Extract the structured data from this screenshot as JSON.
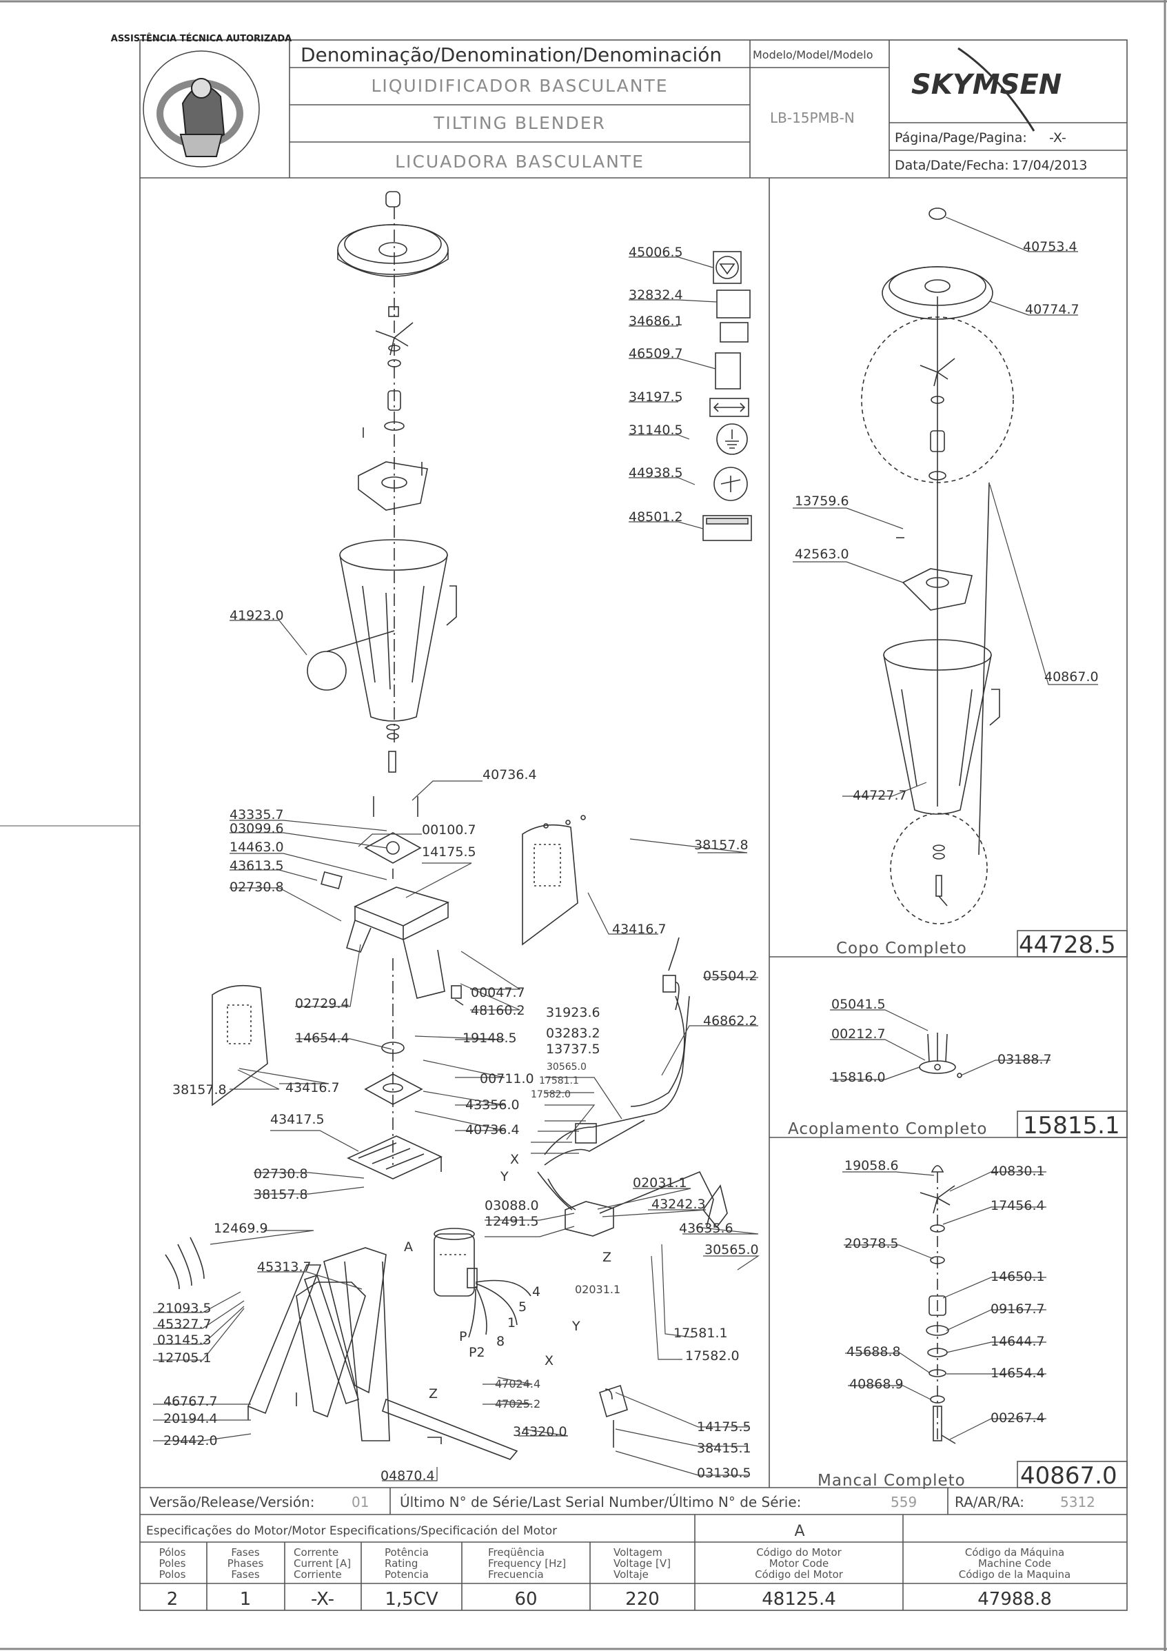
{
  "header": {
    "denomination_label": "Denominação/Denomination/Denominación",
    "model_label": "Modelo/Model/Modelo",
    "name_pt": "LIQUIDIFICADOR BASCULANTE",
    "name_en": "TILTING BLENDER",
    "name_es": "LICUADORA BASCULANTE",
    "model_value": "LB-15PMB-N",
    "brand": "SKYMSEN",
    "page_label": "Página/Page/Pagina:",
    "page_value": "-X-",
    "date_label": "Data/Date/Fecha:",
    "date_value": "17/04/2013",
    "seal_text": "ASSISTÊNCIA TÉCNICA AUTORIZADA"
  },
  "parts": {
    "p45006_5": "45006.5",
    "p32832_4": "32832.4",
    "p34686_1": "34686.1",
    "p46509_7": "46509.7",
    "p34197_5": "34197.5",
    "p31140_5": "31140.5",
    "p44938_5": "44938.5",
    "p48501_2": "48501.2",
    "p41923_0": "41923.0",
    "p40736_4a": "40736.4",
    "p43335_7": "43335.7",
    "p03099_6": "03099.6",
    "p00100_7": "00100.7",
    "p14463_0": "14463.0",
    "p14175_5a": "14175.5",
    "p43613_5": "43613.5",
    "p02730_8a": "02730.8",
    "p38157_8a": "38157.8",
    "p43416_7a": "43416.7",
    "p02729_4": "02729.4",
    "p00047_7": "00047.7",
    "p48160_2": "48160.2",
    "p05504_2": "05504.2",
    "p46862_2": "46862.2",
    "p31923_6": "31923.6",
    "p03283_2": "03283.2",
    "p13737_5": "13737.5",
    "p30565_0a": "30565.0",
    "p17581_1a": "17581.1",
    "p17582_0a": "17582.0",
    "p14654_4a": "14654.4",
    "p19148_5": "19148.5",
    "p00711_0": "00711.0",
    "p43356_0": "43356.0",
    "p38157_8b": "38157.8",
    "p43416_7b": "43416.7",
    "p40736_4b": "40736.4",
    "p43417_5": "43417.5",
    "p02730_8b": "02730.8",
    "p38157_8c": "38157.8",
    "p02031_1a": "02031.1",
    "p43242_3": "43242.3",
    "p03088_0": "03088.0",
    "p12491_5": "12491.5",
    "p43635_6": "43635.6",
    "p30565_0b": "30565.0",
    "p12469_9": "12469.9",
    "p45313_7": "45313.7",
    "p02031_1b": "02031.1",
    "p21093_5": "21093.5",
    "p45327_7": "45327.7",
    "p03145_3": "03145.3",
    "p12705_1": "12705.1",
    "p17581_1b": "17581.1",
    "p17582_0b": "17582.0",
    "p47024_4": "47024.4",
    "p47025_2": "47025.2",
    "p46767_7": "46767.7",
    "p20194_4": "20194.4",
    "p29442_0": "29442.0",
    "p34320_0": "34320.0",
    "p04870_4": "04870.4",
    "p14175_5b": "14175.5",
    "p38415_1": "38415.1",
    "p03130_5": "03130.5",
    "p40753_4": "40753.4",
    "p40774_7": "40774.7",
    "p13759_6": "13759.6",
    "p42563_0": "42563.0",
    "p40867_0a": "40867.0",
    "p44727_7": "44727.7",
    "p05041_5": "05041.5",
    "p00212_7": "00212.7",
    "p03188_7": "03188.7",
    "p15816_0": "15816.0",
    "p19058_6": "19058.6",
    "p40830_1": "40830.1",
    "p17456_4": "17456.4",
    "p20378_5": "20378.5",
    "p14650_1": "14650.1",
    "p09167_7": "09167.7",
    "p14644_7": "14644.7",
    "p45688_8": "45688.8",
    "p14654_4b": "14654.4",
    "p40868_9": "40868.9",
    "p00267_4": "00267.4"
  },
  "wire_labels": {
    "X1": "X",
    "Y1": "Y",
    "Z1": "Z",
    "A": "A",
    "w4": "4",
    "w5": "5",
    "w1": "1",
    "w8": "8",
    "P": "P",
    "P2": "P2",
    "Z2": "Z",
    "Y2": "Y",
    "X2": "X"
  },
  "assemblies": {
    "copo_label": "Copo Completo",
    "copo_code": "44728.5",
    "acop_label": "Acoplamento Completo",
    "acop_code": "15815.1",
    "mancal_label": "Mancal Completo",
    "mancal_code": "40867.0"
  },
  "release": {
    "version_label": "Versão/Release/Versión:",
    "version_value": "01",
    "serial_label": "Último N° de Série/Last Serial Number/Último N° de Série:",
    "serial_value": "559",
    "ra_label": "RA/AR/RA:",
    "ra_value": "5312"
  },
  "motor_table": {
    "title": "Especificações do Motor/Motor Especifications/Specificación del Motor",
    "motor_ref": "A",
    "headers": [
      [
        "Pólos",
        "Poles",
        "Polos"
      ],
      [
        "Fases",
        "Phases",
        "Fases"
      ],
      [
        "Corrente",
        "Current [A]",
        "Corriente"
      ],
      [
        "Potência",
        "Rating",
        "Potencia"
      ],
      [
        "Freqüência",
        "Frequency [Hz]",
        "Frecuencia"
      ],
      [
        "Voltagem",
        "Voltage [V]",
        "Voltaje"
      ],
      [
        "Código do Motor",
        "Motor Code",
        "Código del Motor"
      ],
      [
        "Código da Máquina",
        "Machine Code",
        "Código de la Maquina"
      ]
    ],
    "values": [
      "2",
      "1",
      "-X-",
      "1,5CV",
      "60",
      "220",
      "48125.4",
      "47988.8"
    ]
  },
  "colors": {
    "line": "#333333",
    "label_gray": "#8a8a8a",
    "frame": "#777777"
  }
}
